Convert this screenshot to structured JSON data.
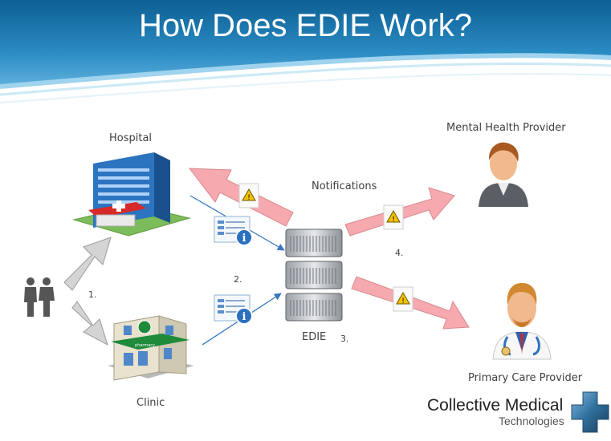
{
  "slide": {
    "title": "How Does EDIE Work?"
  },
  "nodes": {
    "hospital": "Hospital",
    "clinic": "Clinic",
    "edie": "EDIE",
    "notifications": "Notifications",
    "mental_health": "Mental Health Provider",
    "primary_care": "Primary Care Provider"
  },
  "steps": [
    "1.",
    "2.",
    "3.",
    "4."
  ],
  "pharmacy_sign": "pharmacy",
  "logo": {
    "line1": "Collective Medical",
    "line2": "Technologies"
  },
  "colors": {
    "header_blue": "#1f7fb6",
    "header_light": "#6ab7df",
    "notify_arrow": "#f5a3a8",
    "flow_arrow": "#c8c8c8",
    "connector": "#3a78c0"
  }
}
